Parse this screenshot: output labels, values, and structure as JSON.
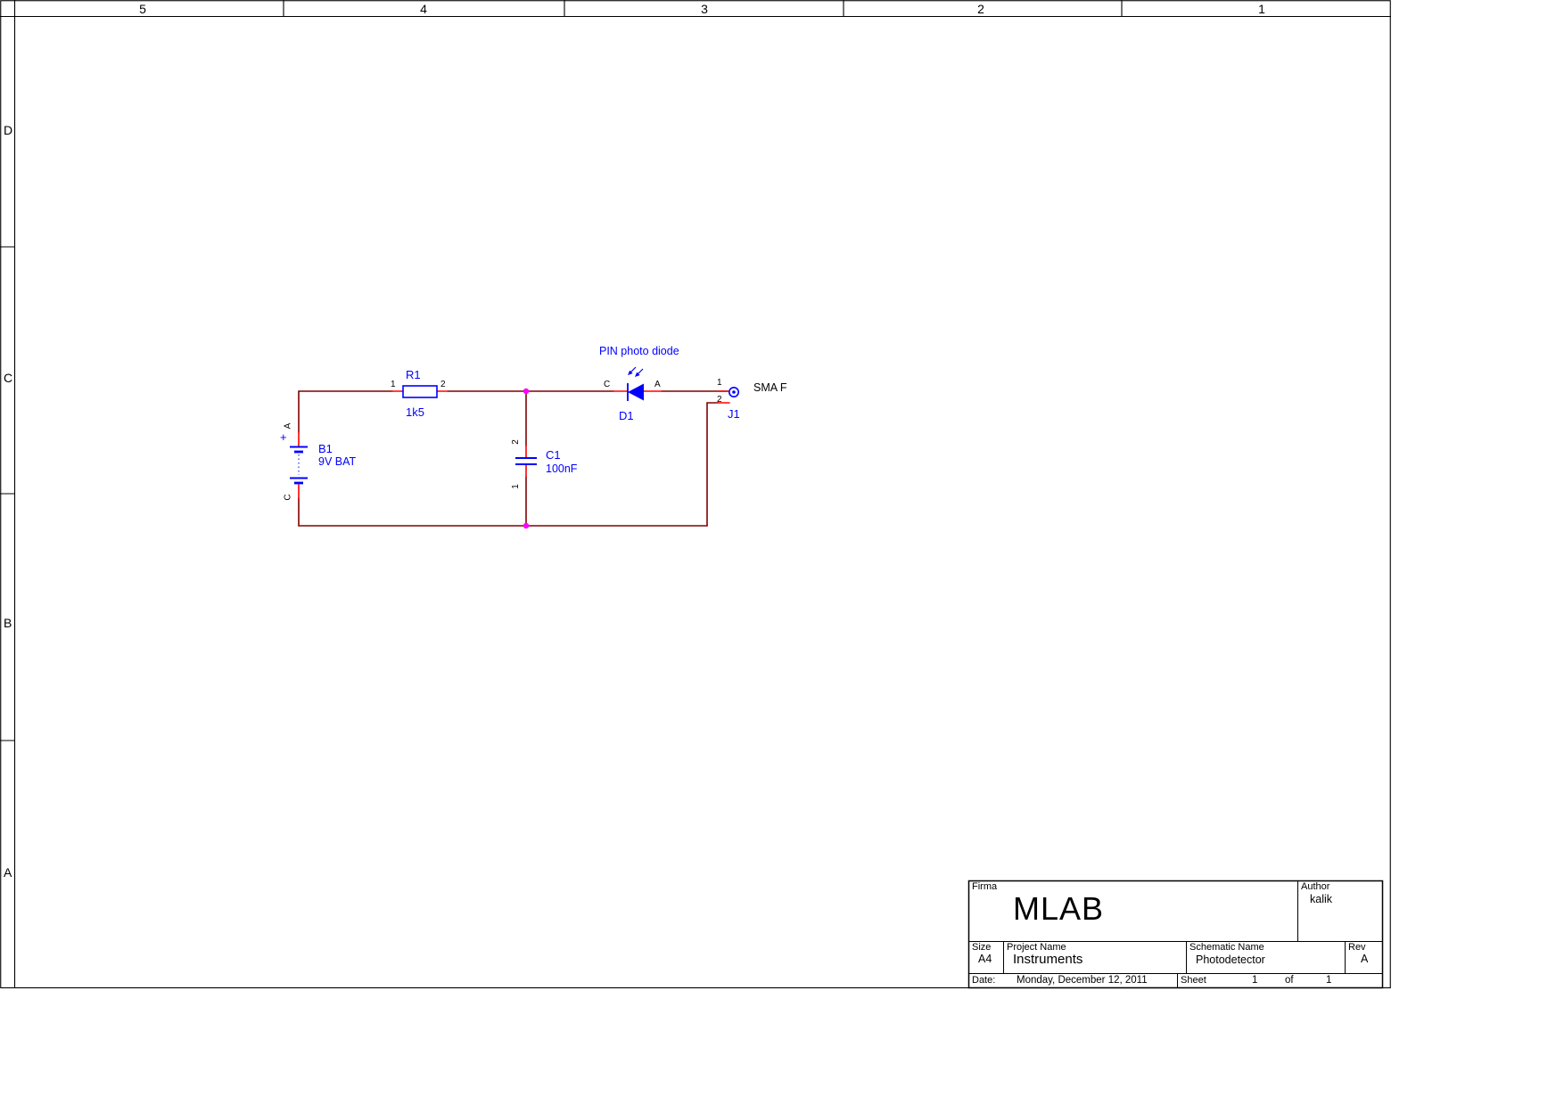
{
  "colors": {
    "wire": "#800000",
    "pin": "#ff0000",
    "symbol": "#0000ff",
    "junction": "#ff00ff",
    "ink": "#000000"
  },
  "frame": {
    "columns": [
      "5",
      "4",
      "3",
      "2",
      "1"
    ],
    "rows": [
      "D",
      "C",
      "B",
      "A"
    ]
  },
  "schematic": {
    "battery": {
      "ref": "B1",
      "value": "9V BAT",
      "polarity": "+",
      "pin_top": "A",
      "pin_bottom": "C"
    },
    "resistor": {
      "ref": "R1",
      "value": "1k5",
      "pin_left": "1",
      "pin_right": "2"
    },
    "capacitor": {
      "ref": "C1",
      "value": "100nF",
      "pin_top": "2",
      "pin_bottom": "1"
    },
    "photodiode": {
      "ref": "D1",
      "note": "PIN photo diode",
      "pin_left": "C",
      "pin_right": "A"
    },
    "connector": {
      "ref": "J1",
      "label": "SMA F",
      "pin_top": "1",
      "pin_bottom": "2"
    }
  },
  "titleblock": {
    "company_label": "Firma",
    "company": "MLAB",
    "author_label": "Author",
    "author": "kalik",
    "size_label": "Size",
    "size": "A4",
    "project_label": "Project Name",
    "project": "Instruments",
    "schematic_label": "Schematic Name",
    "schematic": "Photodetector",
    "rev_label": "Rev",
    "rev": "A",
    "date_label": "Date:",
    "date": "Monday, December 12, 2011",
    "sheet_label": "Sheet",
    "sheet_number": "1",
    "of_label": "of",
    "sheet_total": "1"
  }
}
